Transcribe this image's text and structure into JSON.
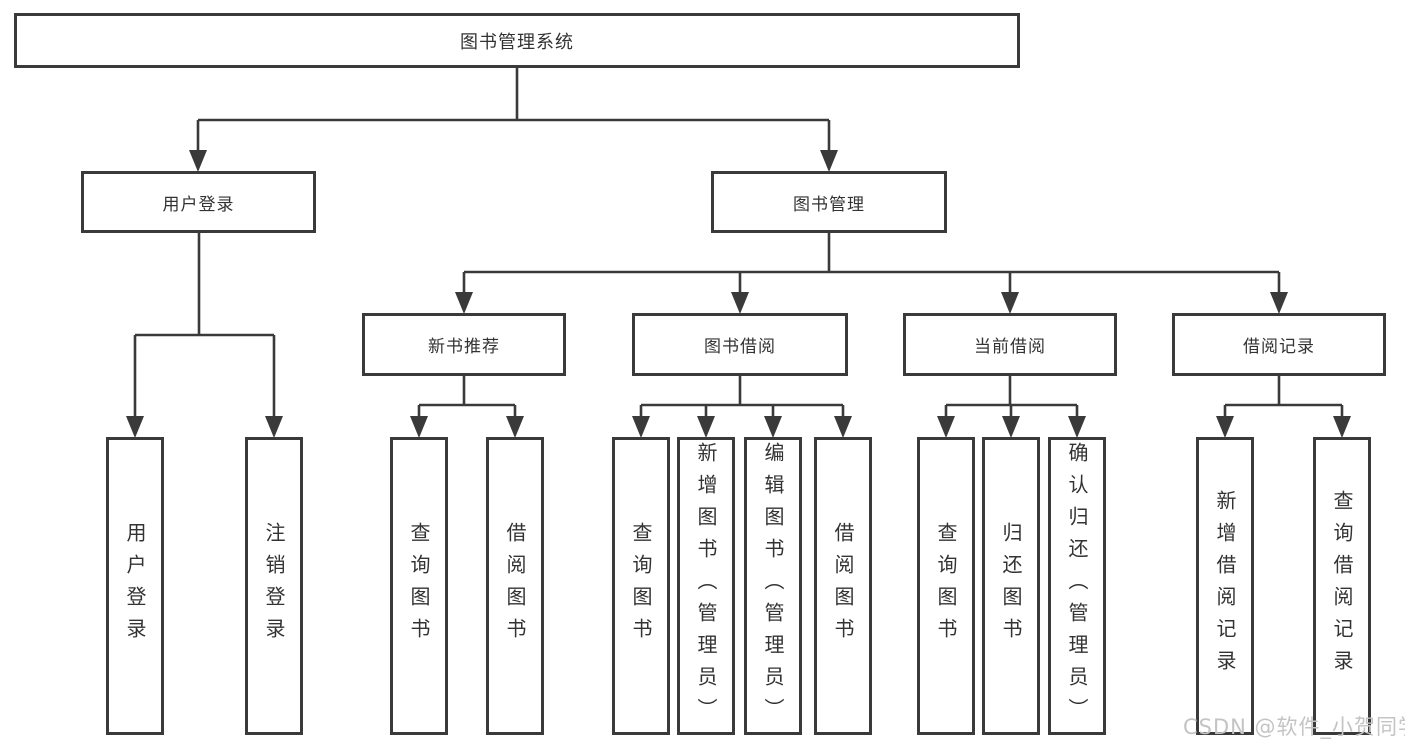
{
  "tree": {
    "label": "图书管理系统",
    "children": [
      {
        "label": "用户登录",
        "children": [
          {
            "label": "用户登录"
          },
          {
            "label": "注销登录"
          }
        ]
      },
      {
        "label": "图书管理",
        "children": [
          {
            "label": "新书推荐",
            "children": [
              {
                "label": "查询图书"
              },
              {
                "label": "借阅图书"
              }
            ]
          },
          {
            "label": "图书借阅",
            "children": [
              {
                "label": "查询图书"
              },
              {
                "label": "新增图书（管理员）"
              },
              {
                "label": "编辑图书（管理员）"
              },
              {
                "label": "借阅图书"
              }
            ]
          },
          {
            "label": "当前借阅",
            "children": [
              {
                "label": "查询图书"
              },
              {
                "label": "归还图书"
              },
              {
                "label": "确认归还（管理员）"
              }
            ]
          },
          {
            "label": "借阅记录",
            "children": [
              {
                "label": "新增借阅记录"
              },
              {
                "label": "查询借阅记录"
              }
            ]
          }
        ]
      }
    ]
  },
  "watermark": "CSDN @软件_小贺同学",
  "colors": {
    "line": "#3a3a3a",
    "text": "#333333",
    "watermark": "#c4c4c4",
    "background": "#ffffff"
  }
}
